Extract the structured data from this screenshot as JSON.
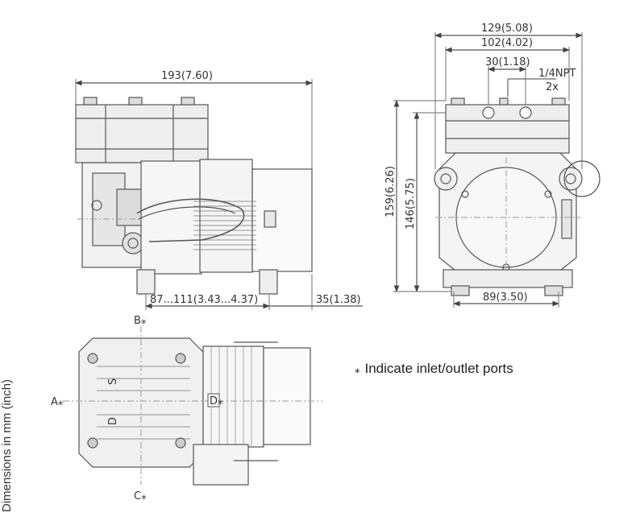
{
  "dimensions": {
    "overall_length": "193(7.60)",
    "mount_range": "87...111(3.43...4.37)",
    "motor_overhang": "35(1.38)",
    "overall_width": "129(5.08)",
    "head_width": "102(4.02)",
    "port_spacing": "30(1.18)",
    "port_thread": "1/4NPT",
    "port_count": "2x",
    "overall_height": "159(6.26)",
    "mount_height": "146(5.75)",
    "foot_spacing": "89(3.50)"
  },
  "port_labels": {
    "a": "A",
    "b": "B",
    "c": "C",
    "d": "D",
    "star": "⁎"
  },
  "head_marks": {
    "s": "S",
    "d": "D"
  },
  "legend": {
    "star": "⁎",
    "text": "Indicate inlet/outlet ports"
  },
  "side_note": "Dimensions in mm (inch)"
}
